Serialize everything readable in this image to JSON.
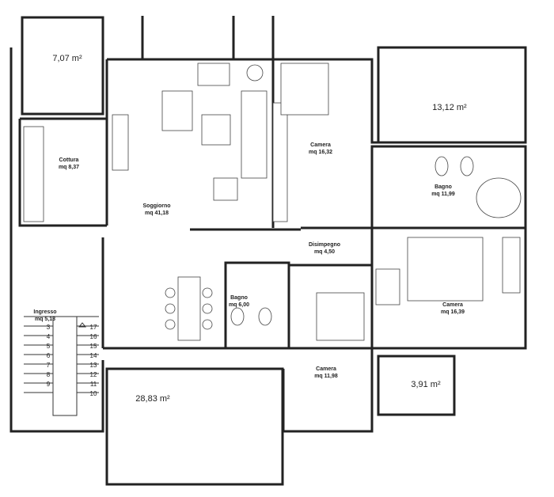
{
  "title": "Floor plan",
  "rooms": {
    "cottura": {
      "name": "Cottura",
      "area": "mq 8,37"
    },
    "soggiorno": {
      "name": "Soggiorno",
      "area": "mq 41,18"
    },
    "camera1": {
      "name": "Camera",
      "area": "mq 16,32"
    },
    "bagno1": {
      "name": "Bagno",
      "area": "mq 11,99"
    },
    "disimpegno": {
      "name": "Disimpegno",
      "area": "mq 4,50"
    },
    "camera2": {
      "name": "Camera",
      "area": "mq 16,39"
    },
    "bagno2": {
      "name": "Bagno",
      "area": "mq 6,00"
    },
    "camera3": {
      "name": "Camera",
      "area": "mq 11,98"
    },
    "ingresso": {
      "name": "Ingresso",
      "area": "mq 5,13"
    }
  },
  "terraces": [
    "7,07 m²",
    "13,12 m²",
    "3,91 m²",
    "28,83 m²"
  ],
  "stairs": {
    "left": [
      "3",
      "4",
      "5",
      "6",
      "7",
      "8",
      "9"
    ],
    "right": [
      "17",
      "16",
      "15",
      "14",
      "13",
      "12",
      "11",
      "10"
    ]
  }
}
